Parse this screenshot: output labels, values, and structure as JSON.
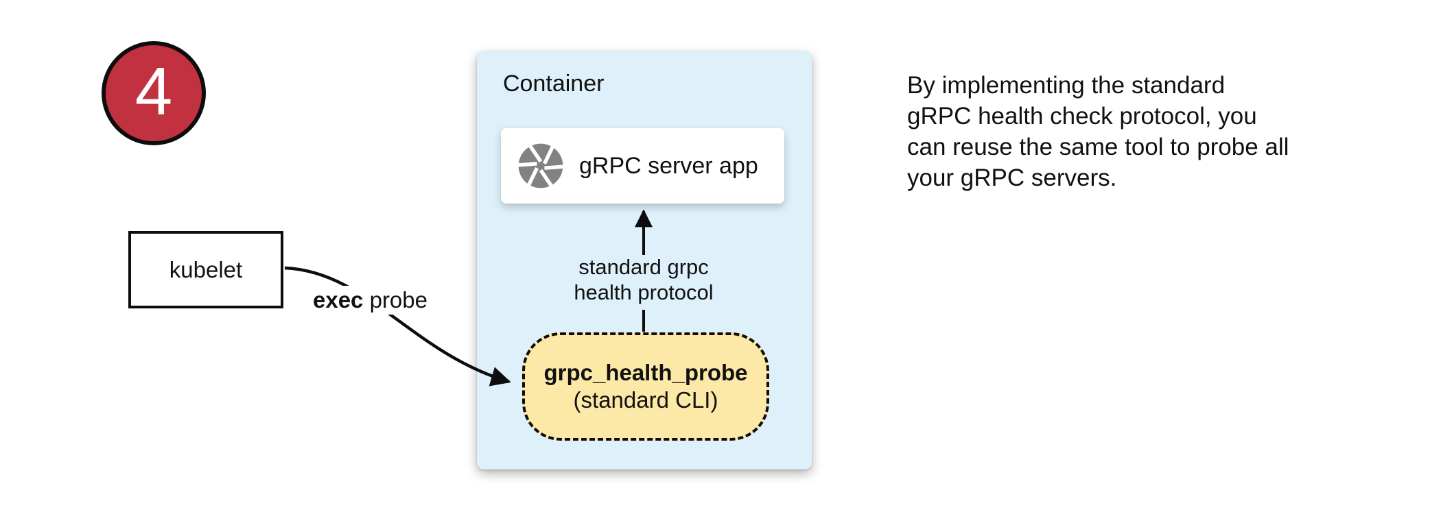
{
  "step_badge": {
    "number": "4",
    "color": "#c2313f"
  },
  "container": {
    "label": "Container",
    "fill": "#def1fb"
  },
  "server_box": {
    "label": "gRPC server app",
    "icon": "aperture-icon",
    "icon_color": "#828282"
  },
  "probe_box": {
    "title": "grpc_health_probe",
    "subtitle": "(standard CLI)",
    "fill": "#fce9a7"
  },
  "kubelet_box": {
    "label": "kubelet"
  },
  "edges": {
    "exec_probe": {
      "bold": "exec",
      "rest": " probe"
    },
    "health_protocol": {
      "label": "standard grpc\nhealth protocol"
    }
  },
  "note": {
    "text": "By implementing the standard\ngRPC health check protocol, you\ncan reuse the same tool to probe all\nyour gRPC servers."
  }
}
